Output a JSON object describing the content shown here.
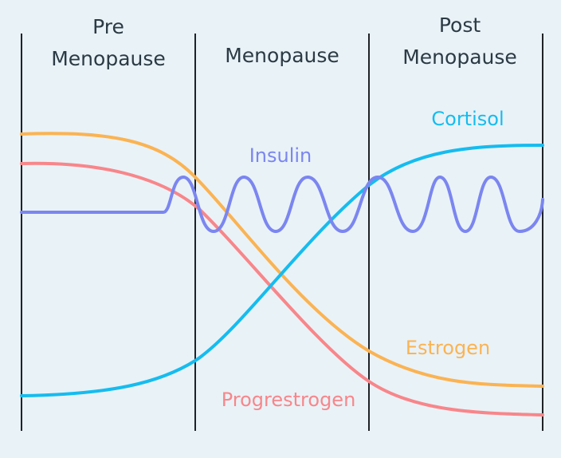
{
  "phases": [
    {
      "label_lines": [
        "Pre",
        "Menopause"
      ]
    },
    {
      "label_lines": [
        "Menopause"
      ]
    },
    {
      "label_lines": [
        "Post",
        "Menopause"
      ]
    }
  ],
  "curves": {
    "estrogen": {
      "label": "Estrogen",
      "color": "#fbb352"
    },
    "progesterone": {
      "label": "Progrestrogen",
      "color": "#f8868a"
    },
    "cortisol": {
      "label": "Cortisol",
      "color": "#15bcef"
    },
    "insulin": {
      "label": "Insulin",
      "color": "#7b86f0"
    }
  }
}
